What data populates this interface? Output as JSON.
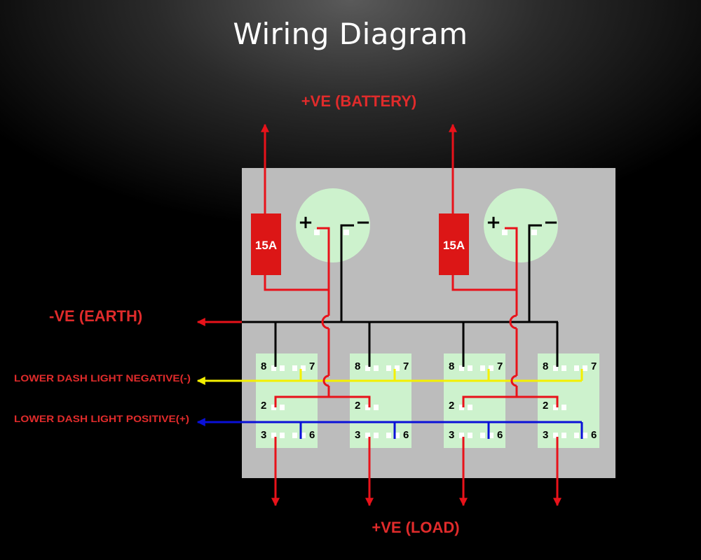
{
  "title": "Wiring Diagram",
  "labels": {
    "battery": "+VE (BATTERY)",
    "earth": "-VE (EARTH)",
    "load": "+VE (LOAD)",
    "dash_negative": "LOWER DASH LIGHT NEGATIVE(-)",
    "dash_positive": "LOWER DASH LIGHT  POSITIVE(+)"
  },
  "fuses": [
    {
      "label": "15A"
    },
    {
      "label": "15A"
    }
  ],
  "sockets": [
    {
      "plus": "+",
      "minus": "−"
    },
    {
      "plus": "+",
      "minus": "−"
    }
  ],
  "switches": [
    {
      "pins": {
        "p8": "8",
        "p7": "7",
        "p2": "2",
        "p3": "3",
        "p6": "6"
      }
    },
    {
      "pins": {
        "p8": "8",
        "p7": "7",
        "p2": "2",
        "p3": "3",
        "p6": "6"
      }
    },
    {
      "pins": {
        "p8": "8",
        "p7": "7",
        "p2": "2",
        "p3": "3",
        "p6": "6"
      }
    },
    {
      "pins": {
        "p8": "8",
        "p7": "7",
        "p2": "2",
        "p3": "3",
        "p6": "6"
      }
    }
  ],
  "colors": {
    "positive_wire": "#e8121a",
    "earth_wire": "#000000",
    "dash_negative_wire": "#f4f000",
    "dash_positive_wire": "#0a10d8",
    "panel": "#bcbcbc",
    "component": "#cdf2cd"
  }
}
